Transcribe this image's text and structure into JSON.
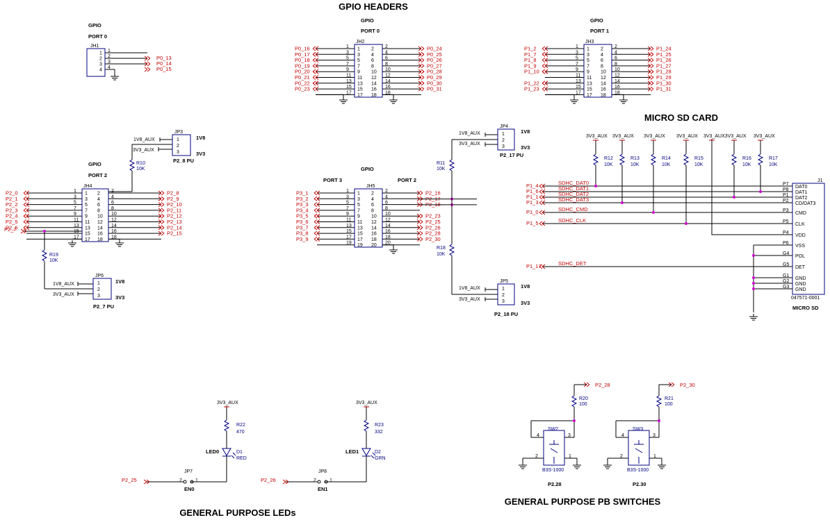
{
  "titles": {
    "gpio_headers": "GPIO HEADERS",
    "micro_sd_card": "MICRO SD CARD",
    "gp_leds": "GENERAL PURPOSE LEDs",
    "gp_switches": "GENERAL PURPOSE PB SWITCHES"
  },
  "jh1": {
    "name": "JH1",
    "gpio": "GPIO",
    "port": "PORT 0",
    "pins": [
      "1",
      "2",
      "3",
      "4"
    ],
    "nets": [
      "P0_13",
      "P0_14",
      "P0_15"
    ]
  },
  "jh2": {
    "name": "JH2",
    "gpio": "GPIO",
    "port": "PORT 0",
    "left_pins": [
      "1",
      "3",
      "5",
      "7",
      "9",
      "11",
      "13",
      "15",
      "17"
    ],
    "right_pins": [
      "2",
      "4",
      "6",
      "8",
      "10",
      "12",
      "14",
      "16",
      "18"
    ],
    "left_nets": [
      "P0_16",
      "P0_17",
      "P0_18",
      "P0_19",
      "P0_20",
      "P0_21",
      "P0_22",
      "P0_23"
    ],
    "right_nets": [
      "P0_24",
      "P0_25",
      "P0_26",
      "P0_27",
      "P0_28",
      "P0_29",
      "P0_30",
      "P0_31"
    ]
  },
  "jh3": {
    "name": "JH3",
    "gpio": "GPIO",
    "port": "PORT 1",
    "left_pins": [
      "1",
      "3",
      "5",
      "7",
      "9",
      "11",
      "13",
      "15",
      "17"
    ],
    "right_pins": [
      "2",
      "4",
      "6",
      "8",
      "10",
      "12",
      "14",
      "16",
      "18"
    ],
    "left_nets": [
      "P1_2",
      "P1_7",
      "P1_8",
      "P1_9",
      "P1_10",
      "P1_22",
      "P1_23"
    ],
    "right_nets": [
      "P1_24",
      "P1_25",
      "P1_26",
      "P1_27",
      "P1_28",
      "P1_29",
      "P1_30",
      "P1_31"
    ]
  },
  "jh4": {
    "name": "JH4",
    "gpio": "GPIO",
    "port": "PORT 2",
    "left_pins": [
      "1",
      "3",
      "5",
      "7",
      "9",
      "11",
      "13",
      "15",
      "17"
    ],
    "right_pins": [
      "2",
      "4",
      "6",
      "8",
      "10",
      "12",
      "14",
      "16",
      "18"
    ],
    "left_nets": [
      "P2_0",
      "P2_1",
      "P2_2",
      "P2_3",
      "P2_4",
      "P2_5",
      "P2_6"
    ],
    "right_nets": [
      "P2_8",
      "P2_9",
      "P2_10",
      "P2_11",
      "P2_12",
      "P2_13",
      "P2_14",
      "P2_15"
    ],
    "p27": "P2_7"
  },
  "jh5": {
    "name": "JH5",
    "gpio": "GPIO",
    "port_left": "PORT 3",
    "port_right": "PORT 2",
    "left_pins": [
      "1",
      "3",
      "5",
      "7",
      "9",
      "11",
      "13",
      "15",
      "17",
      "19"
    ],
    "right_pins": [
      "2",
      "4",
      "6",
      "8",
      "10",
      "12",
      "14",
      "16",
      "18",
      "20"
    ],
    "left_nets": [
      "P3_1",
      "P3_2",
      "P3_3",
      "P3_4",
      "P3_5",
      "P3_6",
      "P3_7",
      "P3_8",
      "P3_9"
    ],
    "right_nets": [
      "P2_16",
      "P2_17",
      "P2_18",
      "P2_23",
      "P2_25",
      "P2_26",
      "P2_28",
      "P2_30"
    ]
  },
  "jumpers": {
    "jp3": {
      "name": "JP3",
      "pins": [
        "1",
        "2",
        "3"
      ],
      "aux1": "1V8_AUX",
      "aux2": "3V3_AUX",
      "v1": "1V8",
      "v2": "3V3",
      "caption": "P2_8 PU"
    },
    "jp6": {
      "name": "JP6",
      "pins": [
        "1",
        "2",
        "3"
      ],
      "aux1": "1V8_AUX",
      "aux2": "3V3_AUX",
      "v1": "1V8",
      "v2": "3V3",
      "caption": "P2_7 PU"
    },
    "jp4": {
      "name": "JP4",
      "pins": [
        "1",
        "2",
        "3"
      ],
      "aux1": "1V8_AUX",
      "aux2": "3V3_AUX",
      "v1": "1V8",
      "v2": "3V3",
      "caption": "P2_17 PU"
    },
    "jp5": {
      "name": "JP5",
      "pins": [
        "1",
        "2",
        "3"
      ],
      "aux1": "1V8_AUX",
      "aux2": "3V3_AUX",
      "v1": "1V8",
      "v2": "3V3",
      "caption": "P2_18 PU"
    }
  },
  "resistors": {
    "r10": {
      "name": "R10",
      "value": "10K"
    },
    "r19": {
      "name": "R19",
      "value": "10K"
    },
    "r11": {
      "name": "R11",
      "value": "10K"
    },
    "r18": {
      "name": "R18",
      "value": "10K"
    },
    "r12": {
      "name": "R12",
      "value": "10K"
    },
    "r13": {
      "name": "R13",
      "value": "10K"
    },
    "r14": {
      "name": "R14",
      "value": "10K"
    },
    "r15": {
      "name": "R15",
      "value": "10K"
    },
    "r16": {
      "name": "R16",
      "value": "10K"
    },
    "r17": {
      "name": "R17",
      "value": "10K"
    },
    "r22": {
      "name": "R22",
      "value": "470"
    },
    "r23": {
      "name": "R23",
      "value": "332"
    },
    "r20": {
      "name": "R20",
      "value": "100"
    },
    "r21": {
      "name": "R21",
      "value": "100"
    }
  },
  "sd": {
    "ref": "J1",
    "part": "047571-0001",
    "caption": "MICRO SD",
    "aux": "3V3_AUX",
    "aux_row": "3V3_AUX3V3_AUX",
    "nets": [
      "P1_4",
      "P1_6",
      "P1_1",
      "P1_3",
      "P1_0",
      "P1_5",
      "P1_17"
    ],
    "signals": [
      "SDHC_DAT0",
      "SDHC_DAT1",
      "SDHC_DAT2",
      "SDHC_DAT3",
      "SDHC_CMD",
      "SDHC_CLK",
      "SDHC_DET"
    ],
    "pins": [
      "P7",
      "P8",
      "P1",
      "P2",
      "P3",
      "P5",
      "P4",
      "P6",
      "G4",
      "G5",
      "G1",
      "G2",
      "G3"
    ],
    "functions": [
      "DAT0",
      "DAT1",
      "DAT2",
      "CD/DAT3",
      "CMD",
      "CLK",
      "VDD",
      "VSS",
      "POL",
      "DET",
      "GND",
      "GND",
      "GND"
    ]
  },
  "leds": {
    "supply": "3V3_AUX",
    "led0": {
      "ref": "D1",
      "label": "LED0",
      "color": "RED",
      "net": "P2_25",
      "jp": "JP7",
      "en": "EN0",
      "pin2": "2",
      "pin1": "1"
    },
    "led1": {
      "ref": "D2",
      "label": "LED1",
      "color": "GRN",
      "net": "P2_26",
      "jp": "JP8",
      "en": "EN1",
      "pin2": "2",
      "pin1": "1"
    }
  },
  "switches": {
    "sw2": {
      "ref": "SW2",
      "net": "P2_28",
      "part": "B3S-1000",
      "caption": "P2.28",
      "pins": [
        "4",
        "3",
        "2",
        "1"
      ]
    },
    "sw3": {
      "ref": "SW3",
      "net": "P2_30",
      "part": "B3S-1000",
      "caption": "P2.30",
      "pins": [
        "4",
        "3",
        "2",
        "1"
      ]
    }
  },
  "colors": {
    "net": "#c00000",
    "component": "#000080",
    "junction": "#d000d0",
    "wire": "#000000"
  }
}
